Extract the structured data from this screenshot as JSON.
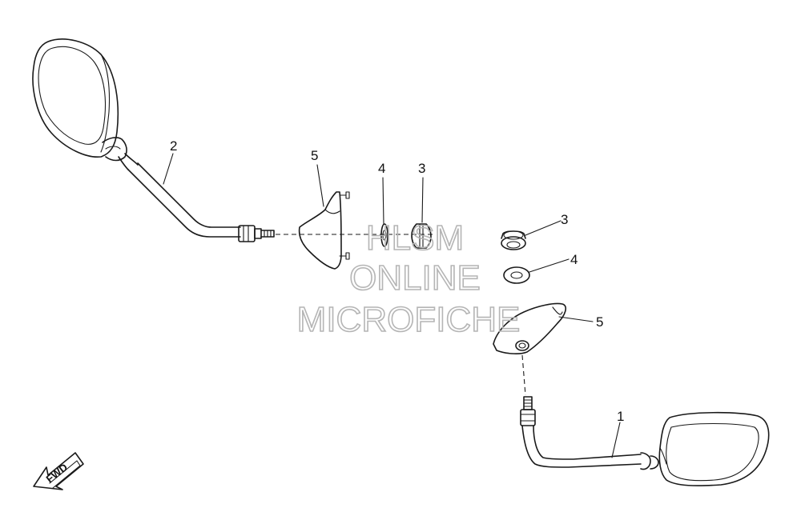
{
  "callouts": {
    "mirror_left": "2",
    "bracket_left": "5",
    "washer_left": "4",
    "nut_left": "3",
    "nut_right": "3",
    "washer_right": "4",
    "bracket_right": "5",
    "mirror_right": "1"
  },
  "watermark": {
    "line1": "HLSM",
    "line2": "ONLINE",
    "line3": "MICROFICHE"
  },
  "direction_arrow": {
    "label": "FWD"
  },
  "colors": {
    "line": "#1a1a1a",
    "watermark": "#b5b5b5",
    "background": "#ffffff"
  }
}
